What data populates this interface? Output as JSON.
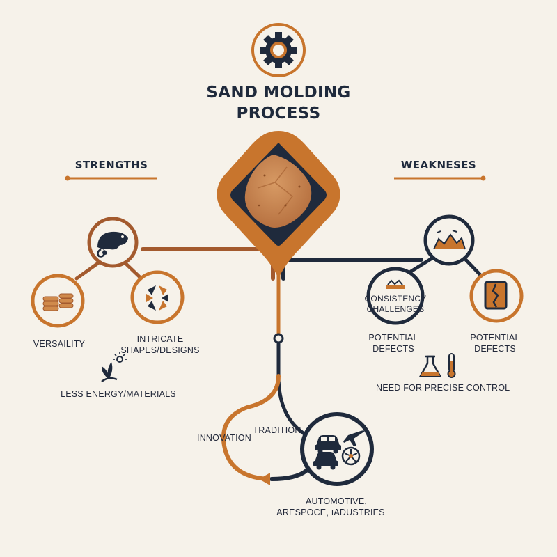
{
  "title_line1": "SAND MOLDING",
  "title_line2": "PROCESS",
  "strengths": {
    "heading": "STRENGTHS",
    "labels": [
      "VERSAILITY",
      "INTRICATE",
      "SHAPES/DESIGNS",
      "LESS ENERGY/MATERIALS"
    ],
    "icons": [
      "chameleon-icon",
      "coin-stack-icon",
      "triangle-pattern-icon",
      "plant-sun-icon"
    ]
  },
  "weaknesses": {
    "heading": "WEAKNESES",
    "labels": [
      "CONSISTENCY",
      "CHALLENGES",
      "POTENTIAL",
      "DEFECTS",
      "POTENTIAL",
      "DEFECTS",
      "NEED FOR PRECISE CONTROL"
    ],
    "icons": [
      "rough-surface-icon",
      "cracked-block-icon",
      "lab-flask-icon",
      "thermometer-icon"
    ]
  },
  "bottom": {
    "innovation": "INNOVATION",
    "tradition": "TRADITION",
    "industries_line1": "AUTOMOTIVE,",
    "industries_line2": "ARESPOCE, ıADUSTRIES",
    "icons": [
      "car-icon",
      "airplane-icon",
      "turbine-icon"
    ]
  },
  "colors": {
    "background": "#f6f2ea",
    "navy": "#1f2a3c",
    "orange": "#c8752d",
    "brown": "#a35a2e",
    "sand": "#c98a55"
  }
}
